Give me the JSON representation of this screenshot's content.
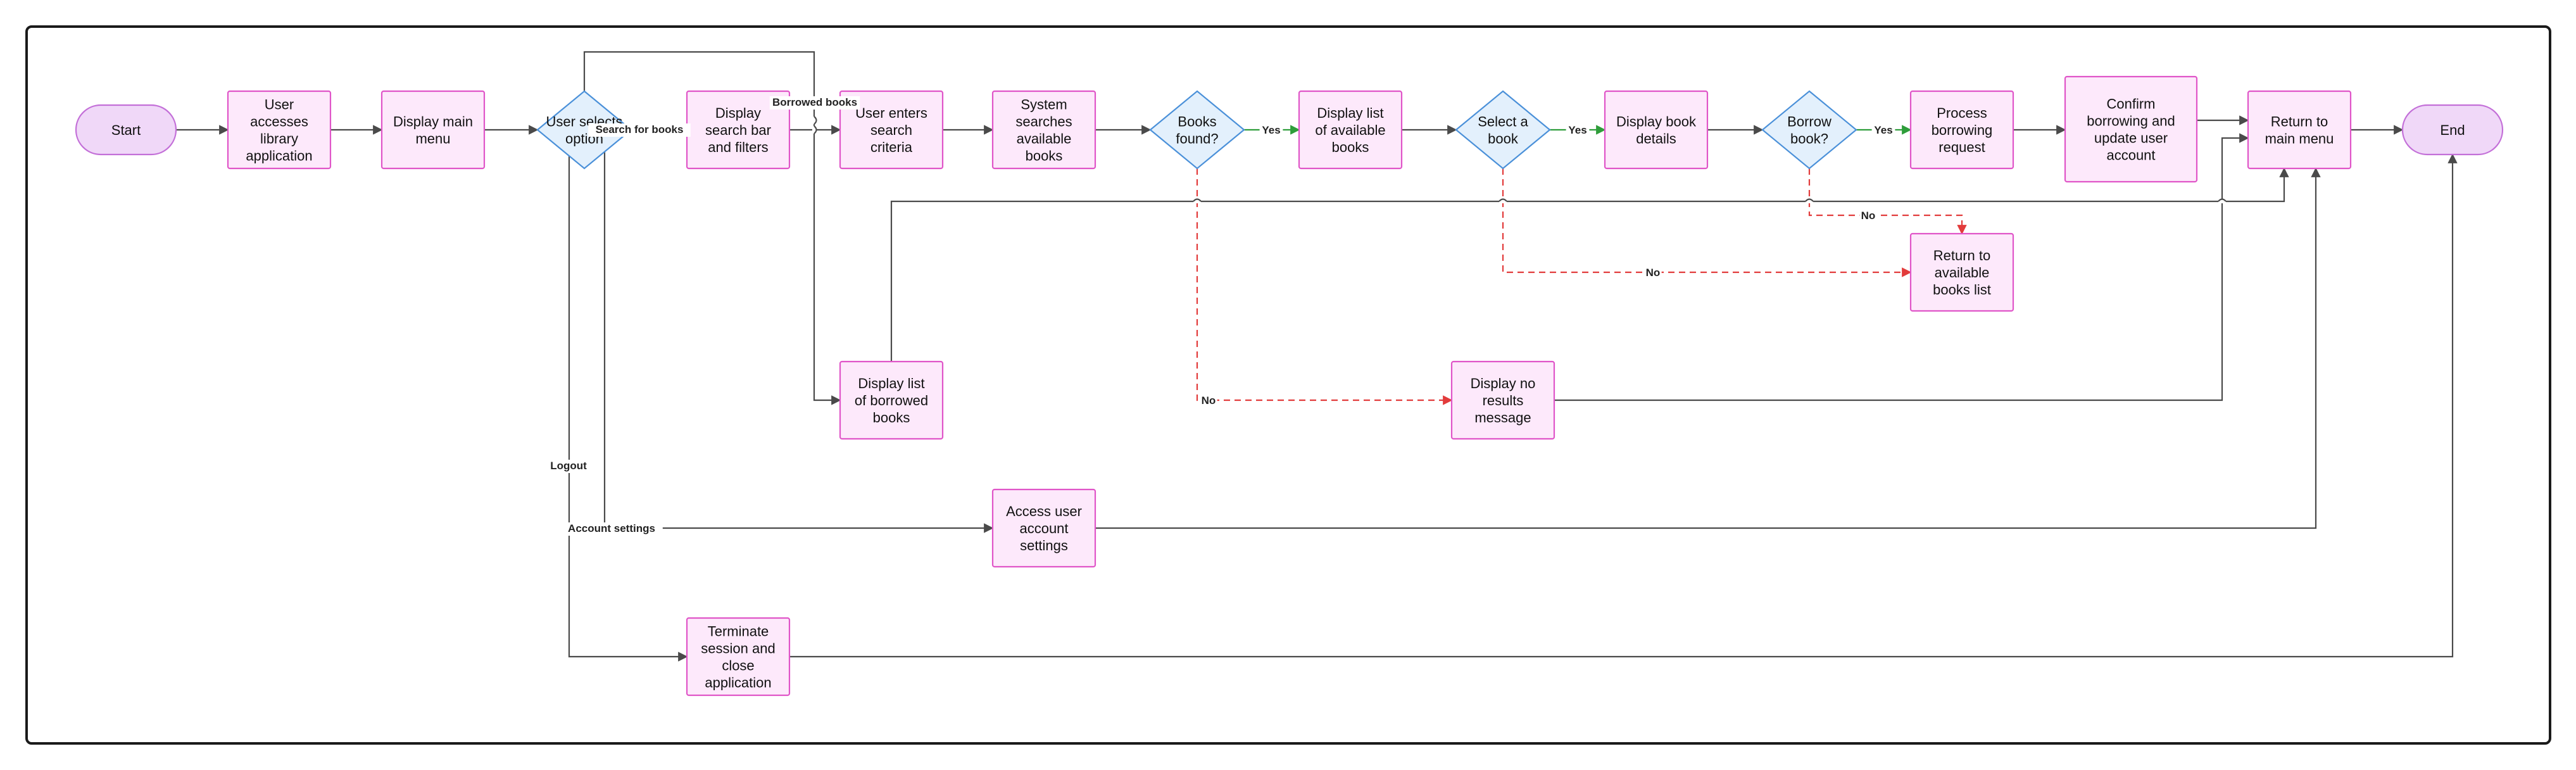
{
  "colors": {
    "process_fill": "#fde9fb",
    "process_stroke": "#e055c8",
    "terminal_fill": "#f0d8f8",
    "terminal_stroke": "#c36fd8",
    "decision_fill": "#e3f0fc",
    "decision_stroke": "#4a90d9",
    "edge": "#4a4a4a",
    "yes_edge": "#2e9d3a",
    "no_edge": "#e23b3b"
  },
  "nodes": {
    "start": {
      "text": "Start"
    },
    "user_accesses": {
      "text": "User accesses library application"
    },
    "display_main_menu": {
      "text": "Display main menu"
    },
    "user_selects_option": {
      "text": "User selects option"
    },
    "display_search_bar": {
      "text": "Display search bar and filters"
    },
    "user_enters_criteria": {
      "text": "User enters search criteria"
    },
    "system_searches": {
      "text": "System searches available books"
    },
    "books_found": {
      "text": "Books found?"
    },
    "display_available_list": {
      "text": "Display list of available books"
    },
    "select_a_book": {
      "text": "Select a book"
    },
    "display_book_details": {
      "text": "Display book details"
    },
    "borrow_book": {
      "text": "Borrow book?"
    },
    "process_borrowing": {
      "text": "Process borrowing request"
    },
    "confirm_borrowing": {
      "text": "Confirm borrowing and update user account"
    },
    "return_main_menu": {
      "text": "Return to main menu"
    },
    "end": {
      "text": "End"
    },
    "return_available_list": {
      "text": "Return to available books list"
    },
    "display_borrowed_list": {
      "text": "Display list of borrowed books"
    },
    "display_no_results": {
      "text": "Display no results message"
    },
    "access_account_settings": {
      "text": "Access user account settings"
    },
    "terminate_session": {
      "text": "Terminate session and close application"
    }
  },
  "edge_labels": {
    "search_for_books": "Search for books",
    "borrowed_books": "Borrowed books",
    "logout": "Logout",
    "account_settings": "Account settings",
    "books_found_yes": "Yes",
    "books_found_no": "No",
    "select_yes": "Yes",
    "select_no": "No",
    "borrow_yes": "Yes",
    "borrow_no": "No"
  }
}
